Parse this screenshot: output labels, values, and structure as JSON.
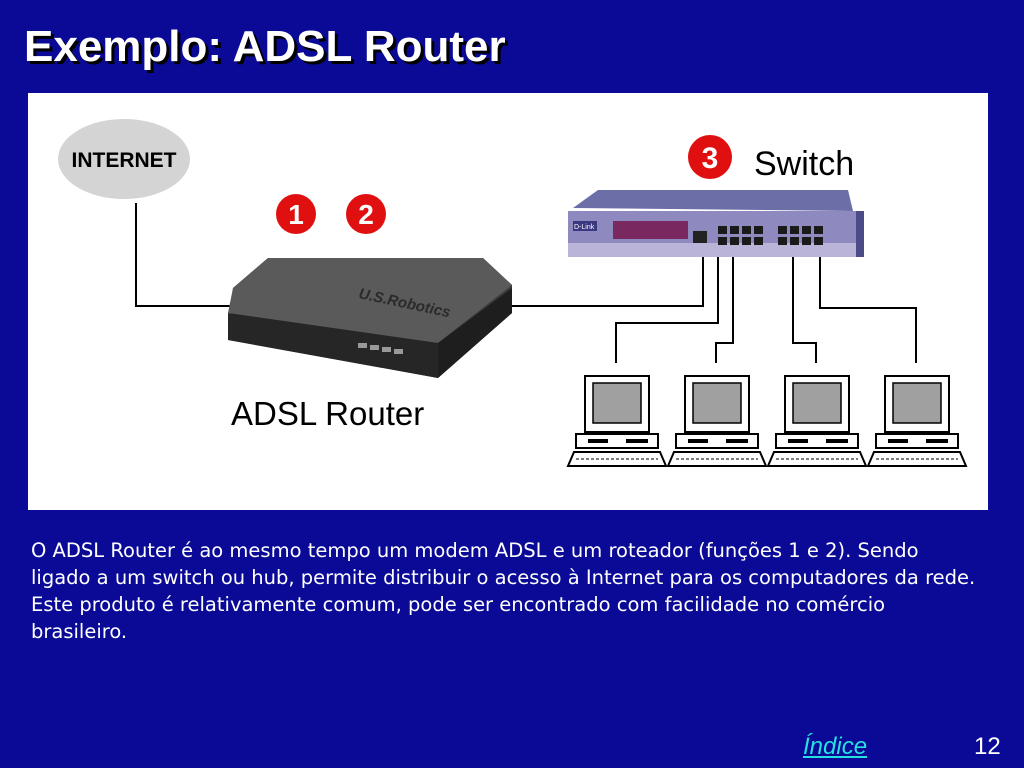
{
  "slide": {
    "title": "Exemplo: ADSL Router",
    "body": "O ADSL Router é ao mesmo tempo um modem ADSL e um roteador (funções 1 e 2). Sendo ligado a um switch ou hub, permite distribuir o acesso à Internet para os computadores da rede. Este produto é relativamente comum, pode ser encontrado com facilidade no comércio brasileiro.",
    "index_link": "Índice",
    "page_number": "12"
  },
  "diagram": {
    "internet_label": "INTERNET",
    "router_label": "ADSL Router",
    "switch_label": "Switch",
    "markers": [
      "1",
      "2",
      "3"
    ],
    "router_brand": "U.S.Robotics",
    "switch_brand": "D-Link",
    "pc_count": 4
  },
  "colors": {
    "background": "#0a0a96",
    "marker": "#e01010",
    "link": "#26e0e0"
  }
}
